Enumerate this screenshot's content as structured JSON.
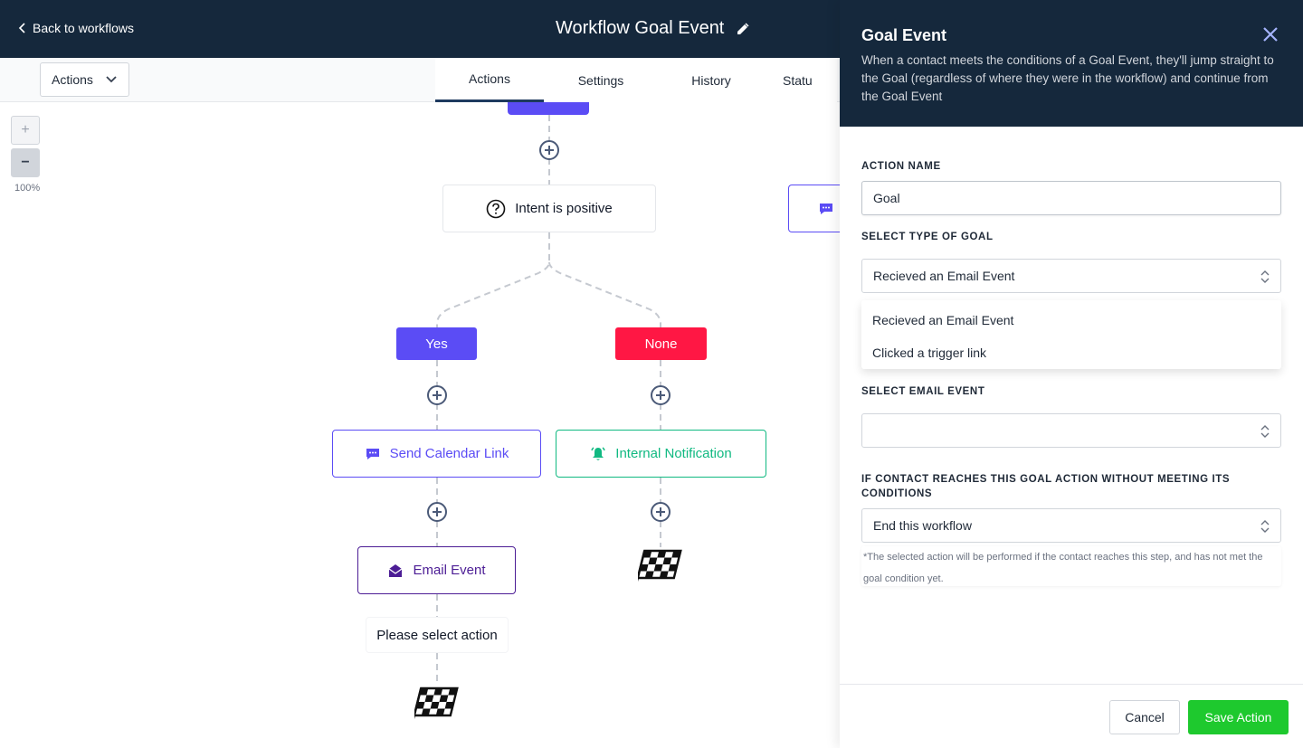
{
  "header": {
    "back_label": "Back to workflows",
    "title": "Workflow Goal Event"
  },
  "toolbar": {
    "actions_dropdown": "Actions",
    "tabs": [
      {
        "label": "Actions",
        "active": true
      },
      {
        "label": "Settings",
        "active": false
      },
      {
        "label": "History",
        "active": false
      },
      {
        "label": "Statu",
        "active": false
      }
    ]
  },
  "zoom": {
    "in_label": "+",
    "out_label": "−",
    "level": "100%"
  },
  "canvas": {
    "condition_node": "Intent is positive",
    "branch_yes": "Yes",
    "branch_none": "None",
    "send_calendar_link": "Send Calendar Link",
    "internal_notification": "Internal Notification",
    "email_event": "Email Event",
    "placeholder_action": "Please select action",
    "colors": {
      "primary": "#5b4cf5",
      "none": "#ff1744",
      "notification": "#10b981",
      "email": "#4c1d95"
    }
  },
  "drawer": {
    "title": "Goal Event",
    "description": "When a contact meets the conditions of a Goal Event, they'll jump straight to the Goal (regardless of where they were in the workflow) and continue from the Goal Event",
    "action_name_label": "ACTION NAME",
    "action_name_value": "Goal",
    "goal_type_label": "SELECT TYPE OF GOAL",
    "goal_type_value": "Recieved an Email Event",
    "goal_type_options": [
      "Recieved an Email Event",
      "Clicked a trigger link"
    ],
    "email_event_label": "SELECT EMAIL EVENT",
    "email_event_value": "",
    "fallback_label": "IF CONTACT REACHES THIS GOAL ACTION WITHOUT MEETING ITS CONDITIONS",
    "fallback_value": "End this workflow",
    "fallback_note": "*The selected action will be performed if the contact reaches this step, and has not met the goal condition yet.",
    "cancel_label": "Cancel",
    "save_label": "Save Action",
    "save_color": "#1ec92e"
  }
}
